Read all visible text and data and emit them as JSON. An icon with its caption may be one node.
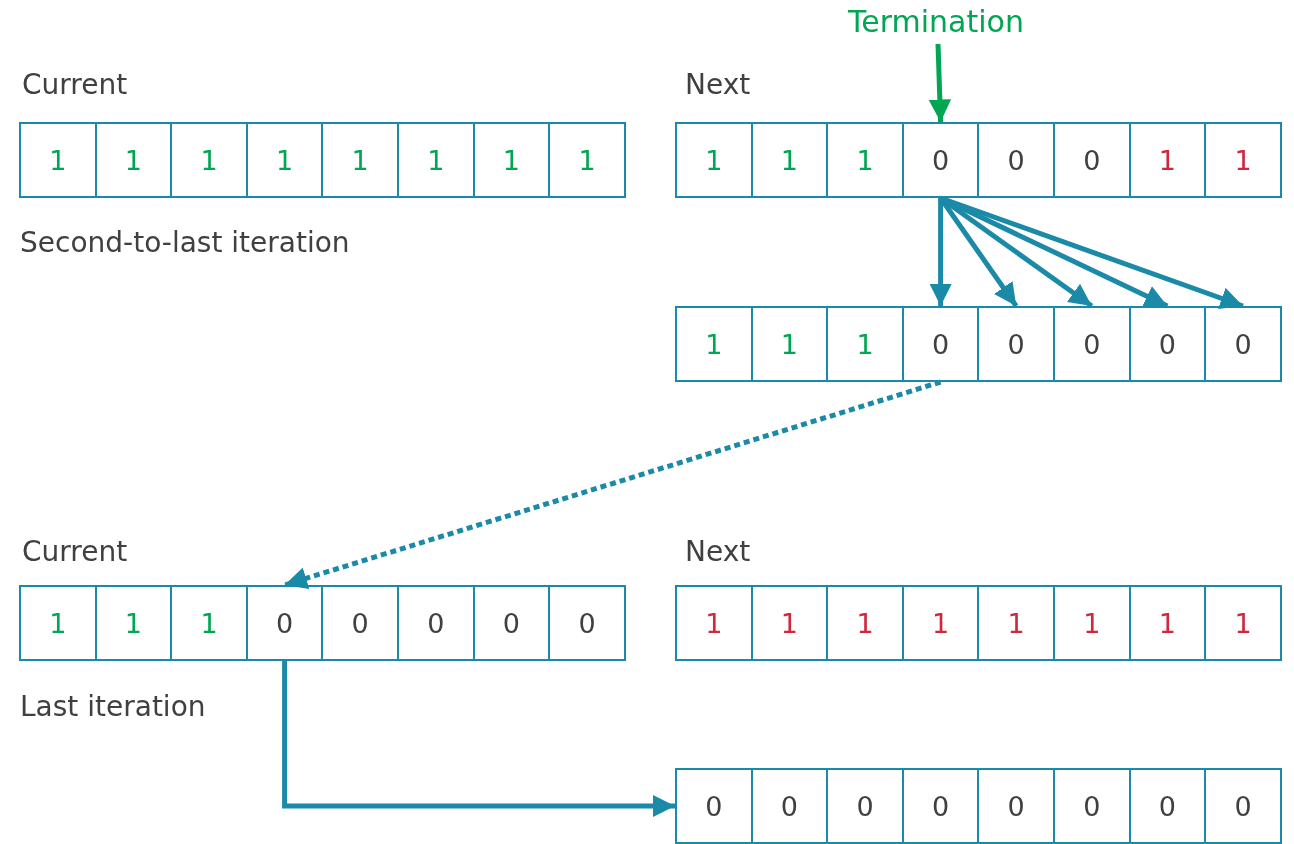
{
  "diagram": {
    "nodes": [
      {
        "text": [
          "Termination"
        ]
      },
      {
        "text": [
          "1"
        ]
      },
      {
        "text": [
          "1"
        ]
      },
      {
        "text": [
          "1"
        ]
      },
      {
        "text": [
          "1"
        ]
      },
      {
        "text": [
          "1"
        ]
      },
      {
        "text": [
          "1"
        ]
      },
      {
        "text": [
          "1"
        ]
      },
      {
        "text": [
          "1"
        ]
      },
      {
        "text": [
          "1"
        ]
      },
      {
        "text": [
          "1"
        ]
      },
      {
        "text": [
          "1"
        ]
      },
      {
        "text": [
          "0"
        ]
      },
      {
        "text": [
          "0"
        ]
      },
      {
        "text": [
          "0"
        ]
      },
      {
        "text": [
          "1"
        ]
      },
      {
        "text": [
          "1"
        ]
      },
      {
        "text": [
          "1"
        ]
      },
      {
        "text": [
          "1"
        ]
      },
      {
        "text": [
          "1"
        ]
      },
      {
        "text": [
          "0"
        ]
      },
      {
        "text": [
          "0"
        ]
      },
      {
        "text": [
          "0"
        ]
      },
      {
        "text": [
          "0"
        ]
      },
      {
        "text": [
          "0"
        ]
      },
      {
        "text": [
          "1"
        ]
      },
      {
        "text": [
          "1"
        ]
      },
      {
        "text": [
          "1"
        ]
      },
      {
        "text": [
          "0"
        ]
      },
      {
        "text": [
          "0"
        ]
      },
      {
        "text": [
          "0"
        ]
      },
      {
        "text": [
          "0"
        ]
      },
      {
        "text": [
          "0"
        ]
      },
      {
        "text": [
          "1"
        ]
      },
      {
        "text": [
          "1"
        ]
      },
      {
        "text": [
          "1"
        ]
      },
      {
        "text": [
          "1"
        ]
      },
      {
        "text": [
          "1"
        ]
      },
      {
        "text": [
          "1"
        ]
      },
      {
        "text": [
          "1"
        ]
      },
      {
        "text": [
          "1"
        ]
      },
      {
        "text": [
          "0"
        ]
      },
      {
        "text": [
          "0"
        ]
      },
      {
        "text": [
          "0"
        ]
      },
      {
        "text": [
          "0"
        ]
      },
      {
        "text": [
          "0"
        ]
      },
      {
        "text": [
          "0"
        ]
      },
      {
        "text": [
          "0"
        ]
      },
      {
        "text": [
          "0"
        ]
      }
    ],
    "edges": [
      {
        "from": 0,
        "to": 12,
        "arrow": "to",
        "color": "#00a651"
      },
      {
        "from": 12,
        "to": 20,
        "arrow": "to"
      },
      {
        "from": 12,
        "to": 21,
        "arrow": "to"
      },
      {
        "from": 12,
        "to": 22,
        "arrow": "to"
      },
      {
        "from": 12,
        "to": 23,
        "arrow": "to"
      },
      {
        "from": 12,
        "to": 24,
        "arrow": "to"
      },
      {
        "from": 20,
        "to": 28,
        "arrow": "to",
        "style": "dashed"
      },
      {
        "from": 28,
        "to": 41,
        "arrow": "to"
      }
    ],
    "labels": [
      "Current",
      "Next",
      "Second-to-last iteration",
      "Current",
      "Next",
      "Last iteration"
    ]
  }
}
